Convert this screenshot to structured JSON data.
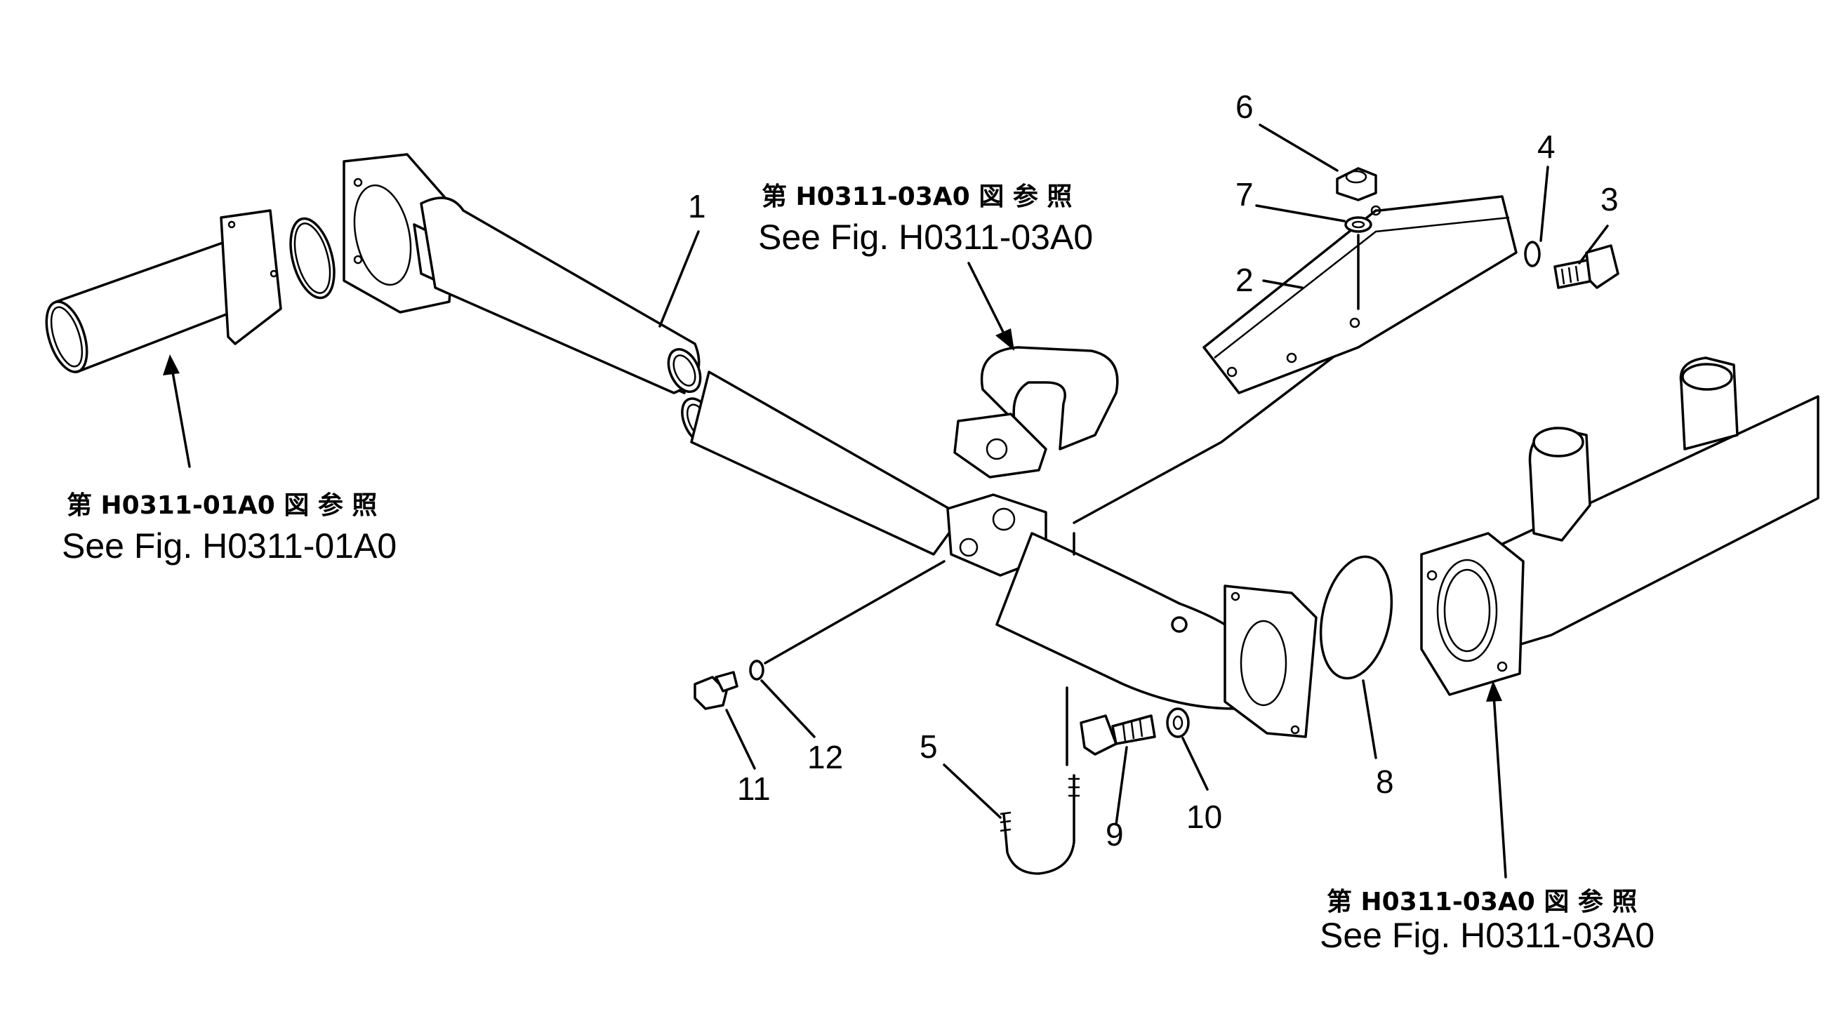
{
  "part_labels": [
    "1",
    "2",
    "3",
    "4",
    "5",
    "6",
    "7",
    "8",
    "9",
    "10",
    "11",
    "12"
  ],
  "references": [
    {
      "jp": "第 H0311-03A0 図 参 照",
      "en": "See Fig. H0311-03A0"
    },
    {
      "jp": "第 H0311-01A0 図 参 照",
      "en": "See Fig. H0311-01A0"
    },
    {
      "jp": "第 H0311-03A0 図 参 照",
      "en": "See Fig. H0311-03A0"
    }
  ]
}
